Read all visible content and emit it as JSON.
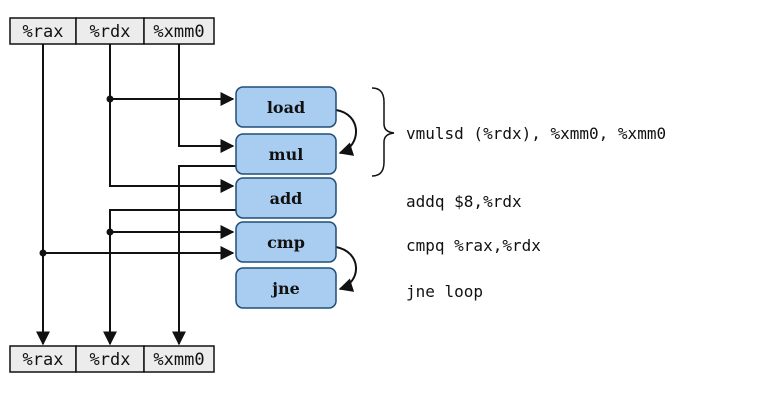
{
  "registers_top": [
    "%rax",
    "%rdx",
    "%xmm0"
  ],
  "registers_bottom": [
    "%rax",
    "%rdx",
    "%xmm0"
  ],
  "operations": [
    "load",
    "mul",
    "add",
    "cmp",
    "jne"
  ],
  "instructions": {
    "vmulsd": "vmulsd (%rdx), %xmm0, %xmm0",
    "addq": "addq $8,%rdx",
    "cmpq": "cmpq %rax,%rdx",
    "jne": "jne loop"
  },
  "colors": {
    "op_fill": "#a9cdf0",
    "op_stroke": "#1f4e79",
    "reg_fill": "#ececec"
  }
}
